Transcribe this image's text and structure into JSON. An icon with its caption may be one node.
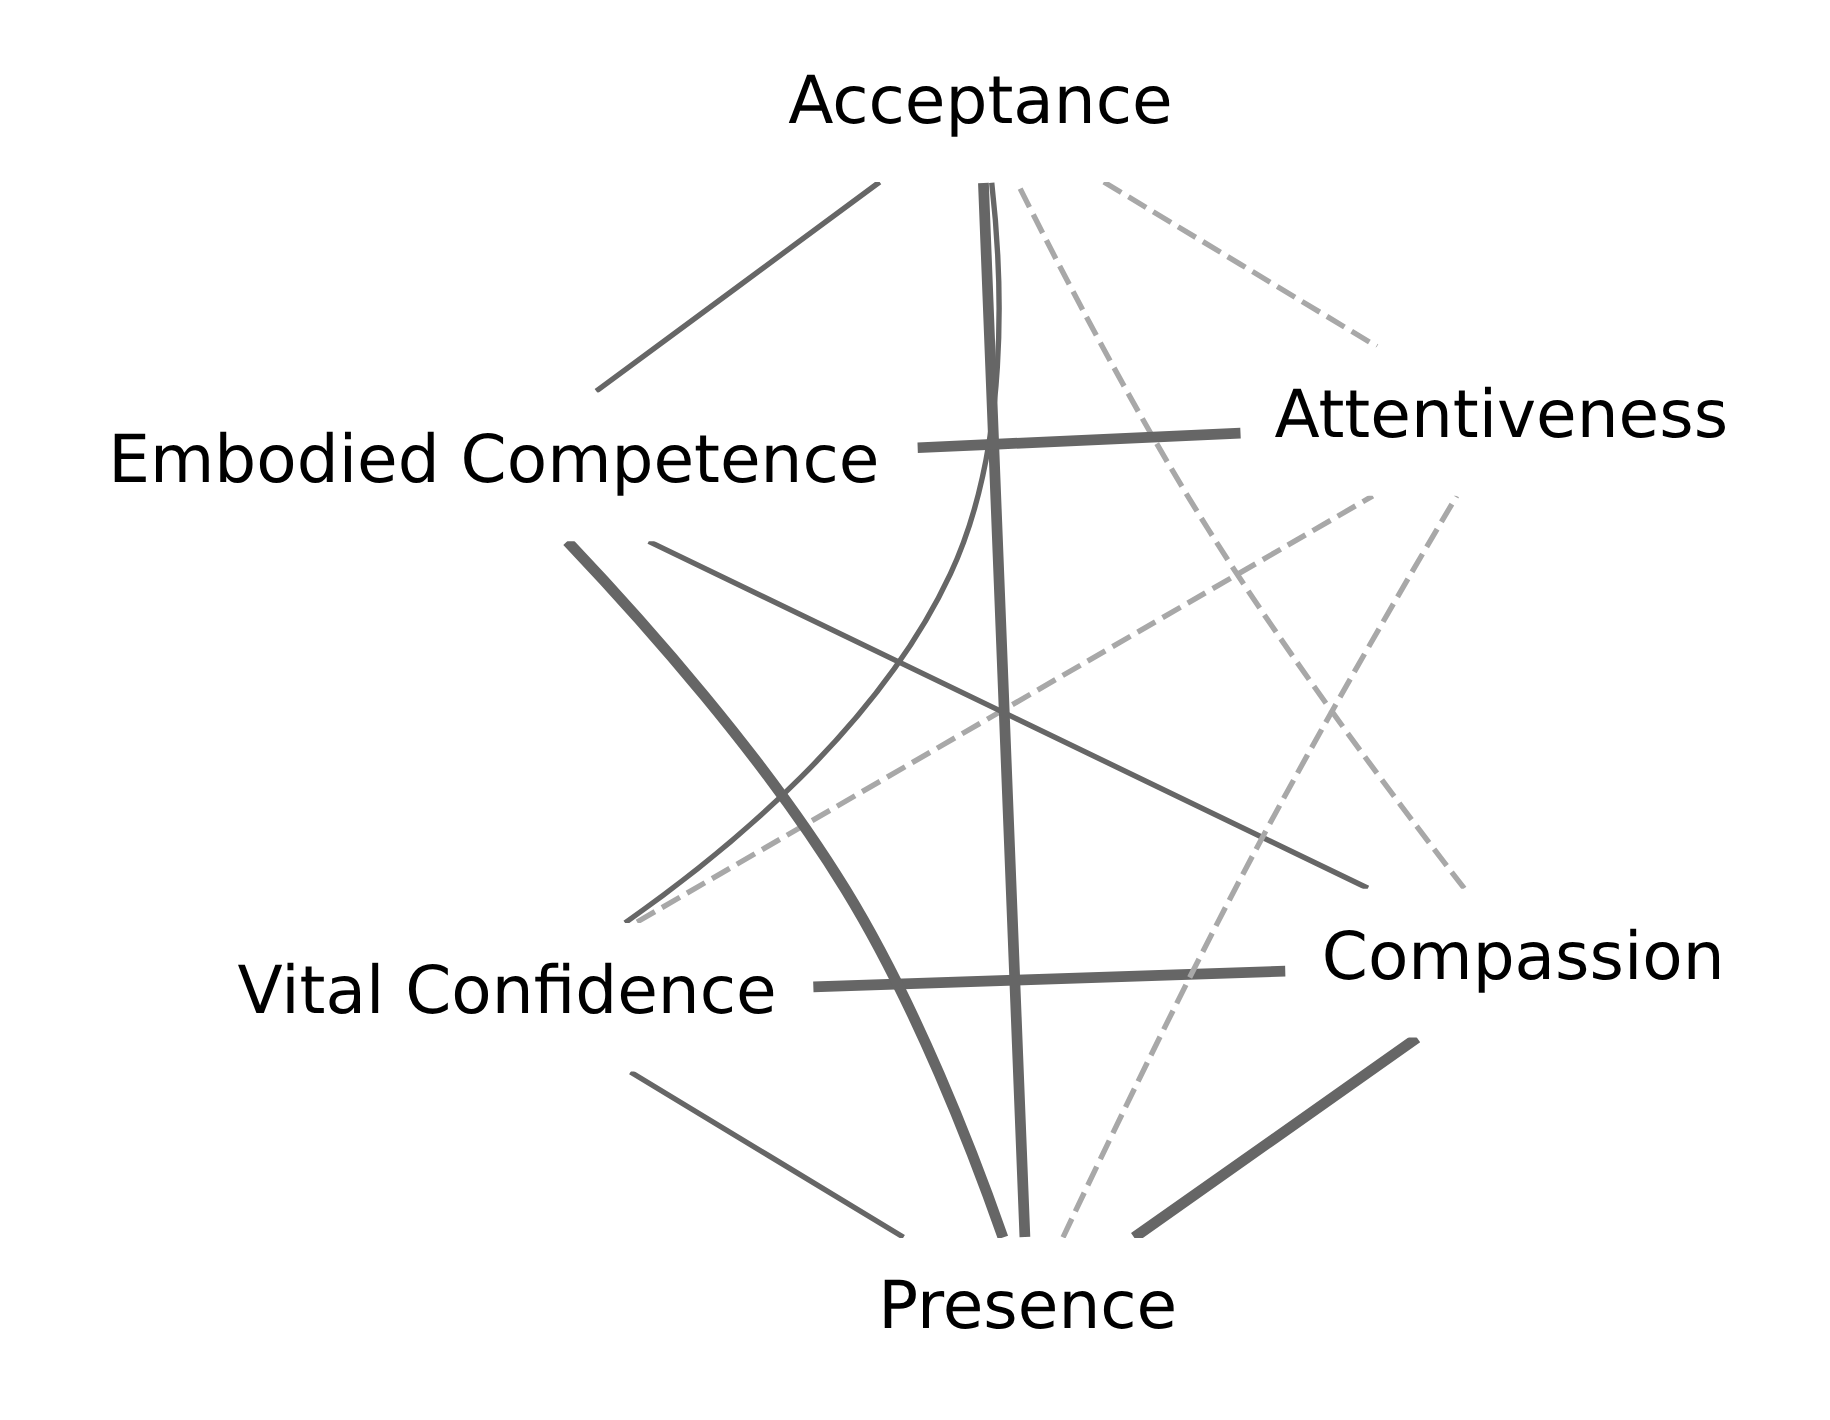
{
  "diagram": {
    "nodes": [
      {
        "text": [
          "Vital Confidence"
        ]
      },
      {
        "text": [
          "Compassion"
        ]
      },
      {
        "text": [
          "Presence"
        ]
      },
      {
        "text": [
          "Acceptance"
        ]
      },
      {
        "text": [
          "Attentiveness"
        ]
      },
      {
        "text": [
          "Embodied Competence"
        ]
      }
    ],
    "edges": [
      {
        "from": 0,
        "to": 1,
        "arrow": "none",
        "style": "thick"
      },
      {
        "from": 0,
        "to": 2,
        "arrow": "none"
      },
      {
        "from": 0,
        "to": 4,
        "arrow": "none",
        "style": "dashed",
        "color": "#a8a8a8"
      },
      {
        "from": 0,
        "to": 3,
        "arrow": "none"
      },
      {
        "from": 2,
        "to": 1,
        "arrow": "none",
        "style": "thick"
      },
      {
        "from": 2,
        "to": 3,
        "arrow": "none",
        "style": "thick"
      },
      {
        "from": 2,
        "to": 4,
        "arrow": "none",
        "style": "dashed",
        "color": "#a8a8a8"
      },
      {
        "from": 2,
        "to": 5,
        "arrow": "none",
        "style": "thick"
      },
      {
        "from": 1,
        "to": 3,
        "arrow": "none",
        "style": "dashed",
        "color": "#a8a8a8"
      },
      {
        "from": 3,
        "to": 4,
        "arrow": "none",
        "style": "dashed",
        "color": "#a8a8a8"
      },
      {
        "from": 1,
        "to": 5,
        "arrow": "none"
      },
      {
        "from": 3,
        "to": 5,
        "arrow": "none"
      },
      {
        "from": 4,
        "to": 5,
        "arrow": "none",
        "style": "thick"
      }
    ]
  }
}
